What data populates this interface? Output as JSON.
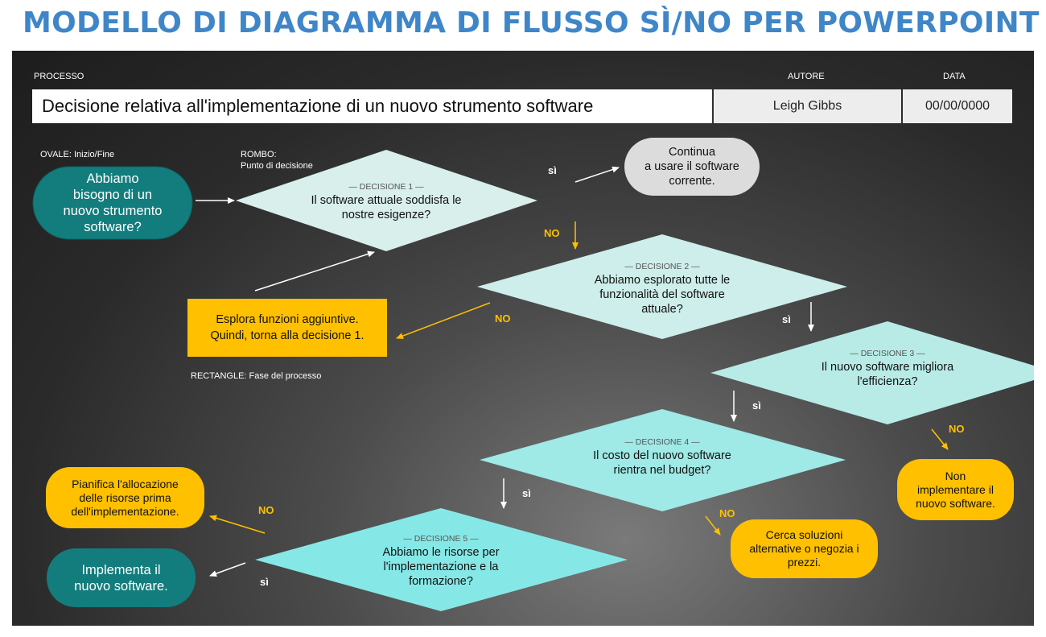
{
  "title": "MODELLO DI DIAGRAMMA DI FLUSSO SÌ/NO PER POWERPOINT",
  "header": {
    "process_label": "PROCESSO",
    "author_label": "AUTORE",
    "date_label": "DATA",
    "process_value": "Decisione relativa all'implementazione di un nuovo strumento software",
    "author_value": "Leigh Gibbs",
    "date_value": "00/00/0000"
  },
  "legend": {
    "oval": "OVALE: Inizio/Fine",
    "diamond_line1": "ROMBO:",
    "diamond_line2": "Punto di decisione",
    "rectangle": "RECTANGLE: Fase del processo"
  },
  "nodes": {
    "start": [
      "Abbiamo",
      "bisogno di un",
      "nuovo strumento",
      "software?"
    ],
    "continue": [
      "Continua",
      "a usare il software",
      "corrente."
    ],
    "explore": [
      "Esplora funzioni aggiuntive.",
      "Quindi, torna alla decisione 1."
    ],
    "not_implement": [
      "Non",
      "implementare il",
      "nuovo software."
    ],
    "alternatives": [
      "Cerca soluzioni",
      "alternative o negozia i",
      "prezzi."
    ],
    "plan": [
      "Pianifica l'allocazione",
      "delle risorse prima",
      "dell'implementazione."
    ],
    "implement": [
      "Implementa il",
      "nuovo software."
    ]
  },
  "decisions": [
    {
      "title": "— DECISIONE 1 —",
      "lines": [
        "Il software attuale soddisfa le",
        "nostre esigenze?"
      ]
    },
    {
      "title": "— DECISIONE 2 —",
      "lines": [
        "Abbiamo esplorato tutte le",
        "funzionalità del software",
        "attuale?"
      ]
    },
    {
      "title": "— DECISIONE 3 —",
      "lines": [
        "Il nuovo software migliora",
        "l'efficienza?"
      ]
    },
    {
      "title": "— DECISIONE 4 —",
      "lines": [
        "Il costo del nuovo software",
        "rientra nel budget?"
      ]
    },
    {
      "title": "— DECISIONE 5 —",
      "lines": [
        "Abbiamo le risorse per",
        "l'implementazione e la",
        "formazione?"
      ]
    }
  ],
  "edge_labels": {
    "yes": "sì",
    "no": "NO"
  },
  "colors": {
    "title_blue": "#3f86c8",
    "teal": "#127d7c",
    "gray_oval": "#dcdcdc",
    "orange": "#ffc000",
    "diamond_light": "#d8efec",
    "diamond_mid": "#b8ebe6",
    "diamond_bright": "#86e8e6",
    "no_label": "#ffc000"
  }
}
